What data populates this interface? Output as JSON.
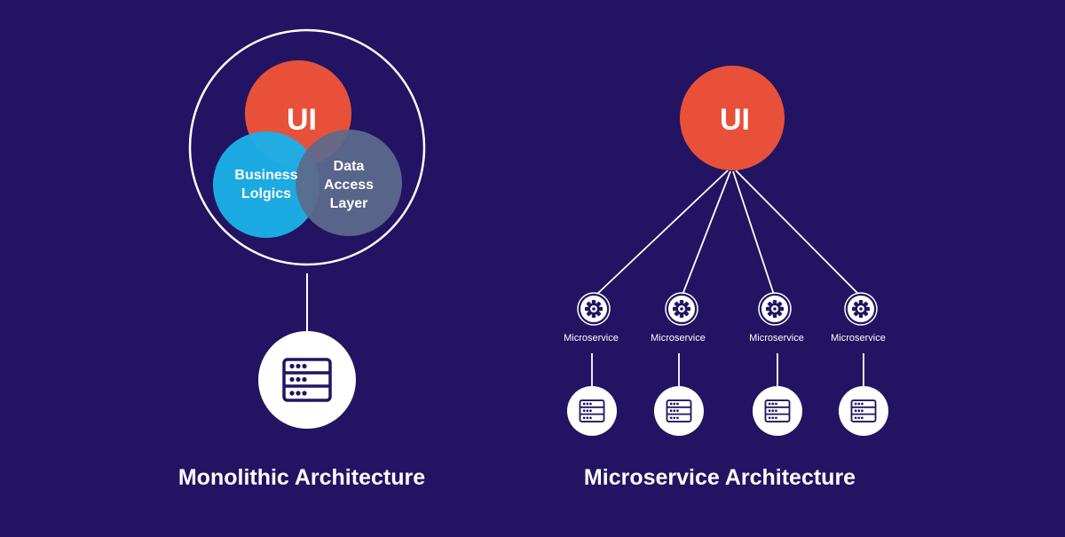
{
  "colors": {
    "background": "#221462",
    "ui_circle": "#e8503a",
    "business_circle": "#1bb0e6",
    "data_circle": "#5d6a8c",
    "line": "#ffffff",
    "icon_fill": "#ffffff",
    "icon_stroke": "#221462"
  },
  "monolithic": {
    "ui_label": "UI",
    "business_label_line1": "Business",
    "business_label_line2": "Lolgics",
    "data_label_line1": "Data",
    "data_label_line2": "Access",
    "data_label_line3": "Layer",
    "server_icon": "server-icon",
    "caption": "Monolithic Architecture"
  },
  "microservice": {
    "ui_label": "UI",
    "services": [
      {
        "label": "Microservice",
        "icon": "gear-icon",
        "server_icon": "server-icon"
      },
      {
        "label": "Microservice",
        "icon": "gear-icon",
        "server_icon": "server-icon"
      },
      {
        "label": "Microservice",
        "icon": "gear-icon",
        "server_icon": "server-icon"
      },
      {
        "label": "Microservice",
        "icon": "gear-icon",
        "server_icon": "server-icon"
      }
    ],
    "caption": "Microservice Architecture"
  }
}
